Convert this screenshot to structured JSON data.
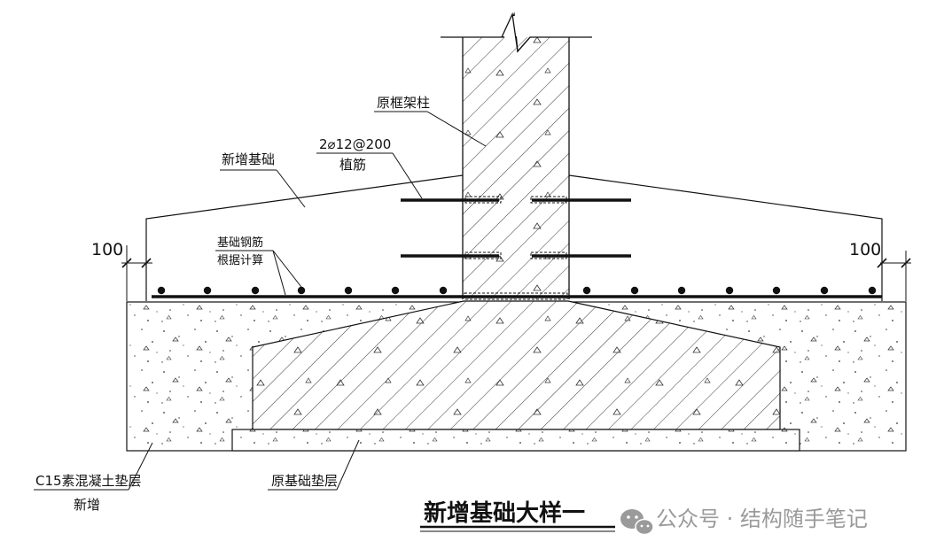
{
  "labels": {
    "original_column": "原框架柱",
    "new_foundation": "新增基础",
    "rebar_spec": "2⌀12@200",
    "rebar_note": "植筋",
    "found_rebar_line1": "基础钢筋",
    "found_rebar_line2": "根据计算",
    "dim_left": "100",
    "dim_right": "100",
    "cushion_line1": "C15素混凝土垫层",
    "cushion_line2": "新增",
    "original_cushion": "原基础垫层",
    "title": "新增基础大样一"
  },
  "watermark": {
    "text": "公众号 · 结构随手笔记",
    "icon": "wechat-icon"
  },
  "colors": {
    "line": "#111111",
    "watermark": "#9a9a9a"
  }
}
